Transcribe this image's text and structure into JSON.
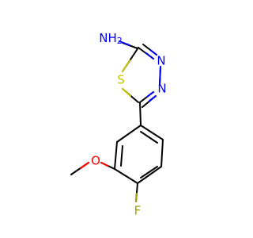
{
  "molecule": {
    "atoms": {
      "amine": "NH",
      "amine_subscript": "2",
      "ring_nitrogen_top": "N",
      "ring_nitrogen_bottom": "N",
      "ring_sulfur": "S",
      "methoxy_oxygen": "O",
      "fluorine": "F"
    },
    "colors": {
      "bond": "#000000",
      "nitrogen": "#0000ff",
      "sulfur": "#c8c800",
      "oxygen": "#ff0000",
      "fluorine": "#a0a000"
    }
  }
}
